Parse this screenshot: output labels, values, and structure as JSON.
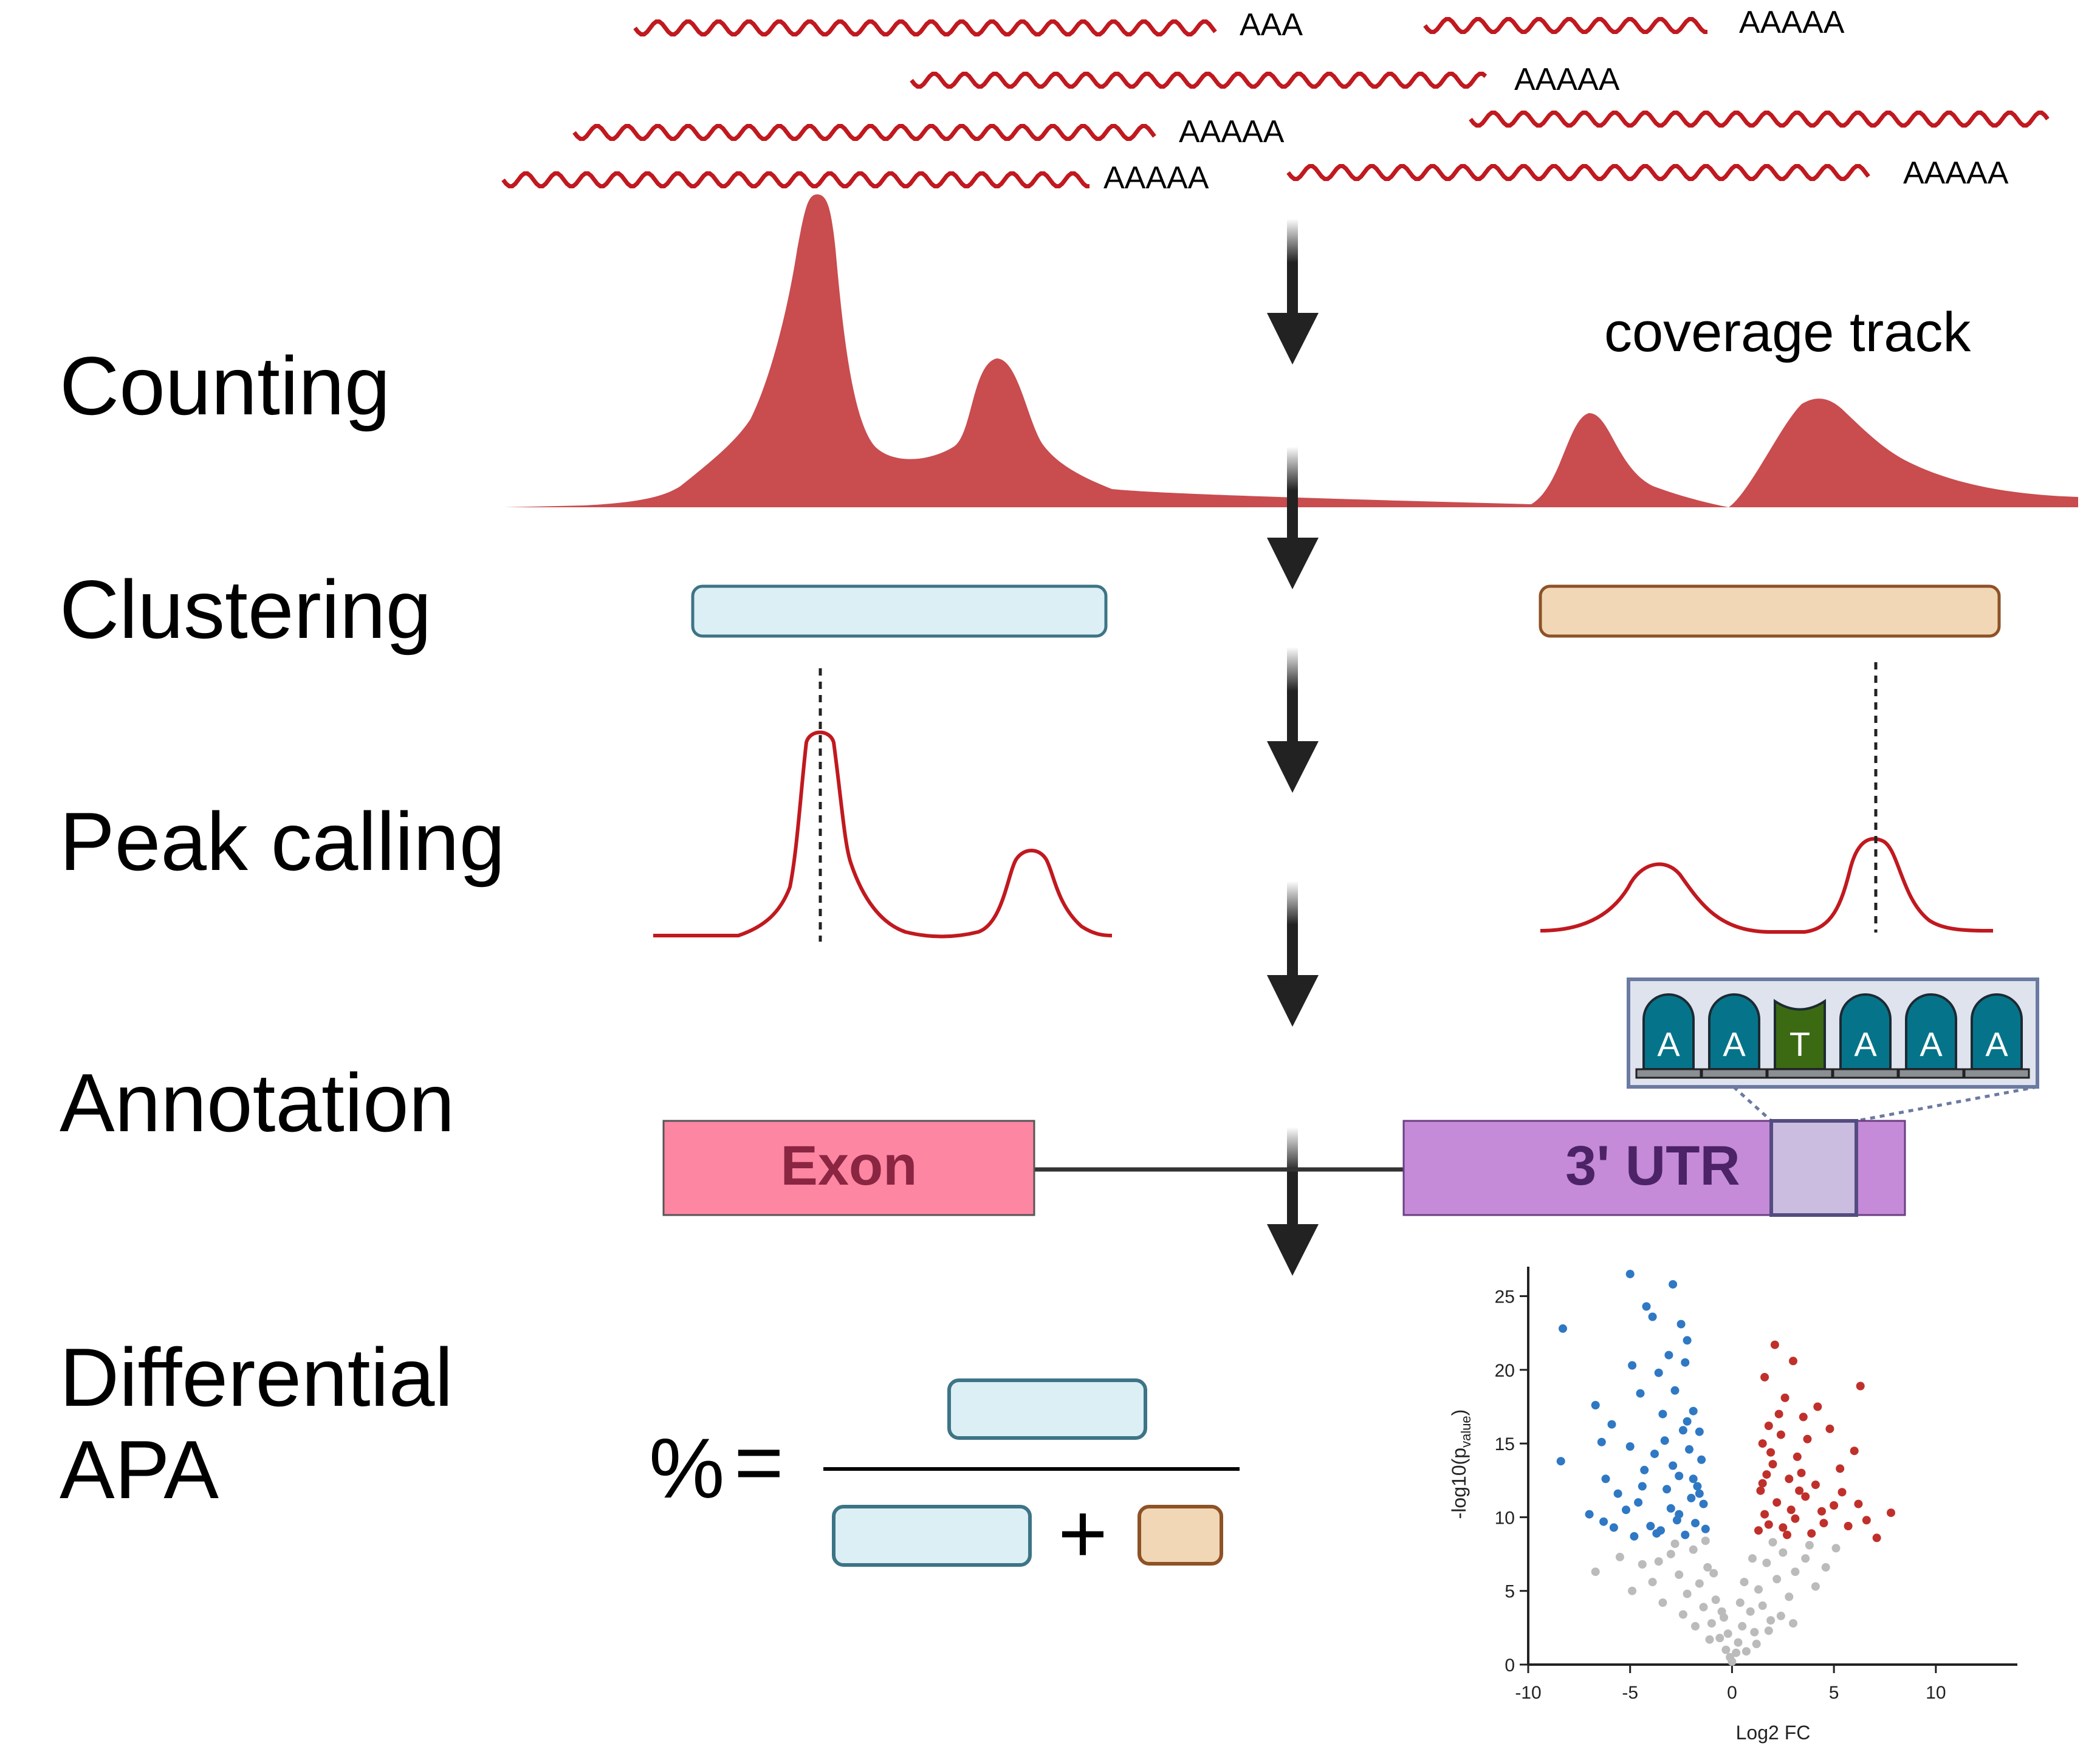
{
  "steps": {
    "counting": "Counting",
    "clustering": "Clustering",
    "peak_calling": "Peak calling",
    "annotation": "Annotation",
    "differential_line1": "Differential",
    "differential_line2": "APA"
  },
  "reads": {
    "tails": [
      "AAA",
      "AAAAA",
      "AAAAA",
      "AAAAA",
      "AAAAA",
      "AAAAA"
    ]
  },
  "coverage_label": "coverage track",
  "annotation": {
    "exon_label": "Exon",
    "utr_label": "3' UTR",
    "pas_letters": [
      "A",
      "A",
      "T",
      "A",
      "A",
      "A"
    ]
  },
  "formula": {
    "percent_sign": "%",
    "equals": "=",
    "plus": "+"
  },
  "colors": {
    "read": "#c0191f",
    "coverage": "#c94c4f",
    "cluster_proximal": "#dbeff5",
    "cluster_proximal_border": "#3d7486",
    "cluster_distal": "#f1d7b5",
    "cluster_distal_border": "#8d5226",
    "exon": "#fd86a3",
    "exon_text": "#8a2542",
    "utr": "#c58bd8",
    "utr_text": "#4b2366",
    "pas_box": "#cbbddf",
    "base_A": "#05748a",
    "base_T": "#3c6a13",
    "volcano_down": "#2f78c4",
    "volcano_up": "#c0302b",
    "volcano_ns": "#bbbbbb"
  },
  "chart_data": {
    "type": "scatter",
    "title": "",
    "xlabel": "Log2 FC",
    "ylabel": "-log10(p",
    "ylabel_subscript": "value",
    "ylabel_close": ")",
    "xlim": [
      -10,
      14
    ],
    "ylim": [
      0,
      27
    ],
    "xticks": [
      "-10",
      "-5",
      "0",
      "5",
      "10"
    ],
    "yticks": [
      "0",
      "5",
      "10",
      "15",
      "20",
      "25"
    ],
    "series": [
      {
        "color": "#2f78c4",
        "points": [
          [
            -5.0,
            26.5
          ],
          [
            -2.9,
            25.8
          ],
          [
            -4.2,
            24.3
          ],
          [
            -8.3,
            22.8
          ],
          [
            -2.5,
            23.1
          ],
          [
            -3.9,
            23.6
          ],
          [
            -2.2,
            22.0
          ],
          [
            -4.9,
            20.3
          ],
          [
            -3.1,
            21.0
          ],
          [
            -2.3,
            20.5
          ],
          [
            -3.6,
            19.8
          ],
          [
            -6.7,
            17.6
          ],
          [
            -4.5,
            18.4
          ],
          [
            -2.8,
            18.6
          ],
          [
            -1.9,
            17.2
          ],
          [
            -3.4,
            17.0
          ],
          [
            -5.9,
            16.3
          ],
          [
            -2.4,
            15.9
          ],
          [
            -1.6,
            15.8
          ],
          [
            -8.4,
            13.8
          ],
          [
            -6.4,
            15.1
          ],
          [
            -5.0,
            14.8
          ],
          [
            -3.8,
            14.3
          ],
          [
            -2.1,
            14.6
          ],
          [
            -1.5,
            13.9
          ],
          [
            -4.3,
            13.2
          ],
          [
            -6.2,
            12.6
          ],
          [
            -2.6,
            12.8
          ],
          [
            -1.7,
            12.1
          ],
          [
            -3.2,
            11.9
          ],
          [
            -5.6,
            11.6
          ],
          [
            -4.6,
            11.0
          ],
          [
            -2.0,
            11.3
          ],
          [
            -7.0,
            10.2
          ],
          [
            -1.4,
            10.9
          ],
          [
            -3.0,
            10.6
          ],
          [
            -5.2,
            10.5
          ],
          [
            -2.7,
            9.8
          ],
          [
            -1.8,
            9.6
          ],
          [
            -6.3,
            9.7
          ],
          [
            -4.0,
            9.4
          ],
          [
            -3.5,
            9.1
          ],
          [
            -1.3,
            9.2
          ],
          [
            -2.3,
            8.8
          ],
          [
            -4.8,
            8.7
          ],
          [
            -5.8,
            9.3
          ],
          [
            -2.9,
            13.5
          ],
          [
            -1.9,
            12.6
          ],
          [
            -2.2,
            16.5
          ],
          [
            -3.3,
            15.2
          ],
          [
            -2.6,
            10.2
          ],
          [
            -1.6,
            11.6
          ],
          [
            -4.4,
            12.1
          ],
          [
            -3.7,
            8.9
          ]
        ]
      },
      {
        "color": "#c0302b",
        "points": [
          [
            2.1,
            21.7
          ],
          [
            3.0,
            20.6
          ],
          [
            1.6,
            19.5
          ],
          [
            6.3,
            18.9
          ],
          [
            2.6,
            18.1
          ],
          [
            4.2,
            17.5
          ],
          [
            3.5,
            16.8
          ],
          [
            1.8,
            16.2
          ],
          [
            2.4,
            15.6
          ],
          [
            4.8,
            16.0
          ],
          [
            1.5,
            15.0
          ],
          [
            6.0,
            14.5
          ],
          [
            3.2,
            14.1
          ],
          [
            2.0,
            13.6
          ],
          [
            5.3,
            13.3
          ],
          [
            1.7,
            12.9
          ],
          [
            2.8,
            12.6
          ],
          [
            4.1,
            12.2
          ],
          [
            1.4,
            11.8
          ],
          [
            3.6,
            11.4
          ],
          [
            2.2,
            11.0
          ],
          [
            5.0,
            10.8
          ],
          [
            6.6,
            9.8
          ],
          [
            7.8,
            10.3
          ],
          [
            1.6,
            10.2
          ],
          [
            3.1,
            9.9
          ],
          [
            4.5,
            9.6
          ],
          [
            2.5,
            9.3
          ],
          [
            1.3,
            9.1
          ],
          [
            5.7,
            9.4
          ],
          [
            3.9,
            8.9
          ],
          [
            2.7,
            8.8
          ],
          [
            1.9,
            14.4
          ],
          [
            3.4,
            13.0
          ],
          [
            2.3,
            17.0
          ],
          [
            4.4,
            10.4
          ],
          [
            1.5,
            12.3
          ],
          [
            3.7,
            15.3
          ],
          [
            2.9,
            10.5
          ],
          [
            5.4,
            11.7
          ],
          [
            7.1,
            8.6
          ],
          [
            6.2,
            10.9
          ],
          [
            1.8,
            9.5
          ],
          [
            3.3,
            11.8
          ]
        ]
      },
      {
        "color": "#bbbbbb",
        "points": [
          [
            -6.7,
            6.3
          ],
          [
            -5.5,
            7.3
          ],
          [
            -4.4,
            6.8
          ],
          [
            -3.9,
            5.6
          ],
          [
            -3.0,
            7.5
          ],
          [
            -2.6,
            6.1
          ],
          [
            -2.2,
            4.8
          ],
          [
            -1.9,
            7.8
          ],
          [
            -1.6,
            5.5
          ],
          [
            -1.4,
            3.9
          ],
          [
            -1.2,
            6.6
          ],
          [
            -1.0,
            2.8
          ],
          [
            -0.8,
            4.4
          ],
          [
            -0.6,
            1.8
          ],
          [
            -0.4,
            3.2
          ],
          [
            -0.3,
            1.0
          ],
          [
            -0.1,
            0.5
          ],
          [
            0.0,
            0.2
          ],
          [
            0.2,
            0.8
          ],
          [
            0.3,
            1.5
          ],
          [
            0.5,
            2.6
          ],
          [
            0.7,
            0.9
          ],
          [
            0.9,
            3.6
          ],
          [
            1.1,
            2.2
          ],
          [
            1.3,
            5.1
          ],
          [
            1.5,
            4.0
          ],
          [
            1.7,
            6.9
          ],
          [
            1.9,
            3.0
          ],
          [
            2.2,
            5.8
          ],
          [
            2.5,
            7.6
          ],
          [
            2.8,
            4.6
          ],
          [
            3.1,
            6.3
          ],
          [
            3.6,
            7.2
          ],
          [
            4.1,
            5.3
          ],
          [
            4.6,
            6.6
          ],
          [
            5.1,
            7.9
          ],
          [
            -3.4,
            4.2
          ],
          [
            -2.4,
            3.4
          ],
          [
            -1.8,
            2.6
          ],
          [
            -1.1,
            1.7
          ],
          [
            1.2,
            1.4
          ],
          [
            1.8,
            2.3
          ],
          [
            2.4,
            3.3
          ],
          [
            3.0,
            2.8
          ],
          [
            -4.9,
            5.0
          ],
          [
            -0.2,
            2.1
          ],
          [
            0.4,
            4.2
          ],
          [
            -0.9,
            6.2
          ],
          [
            1.0,
            7.2
          ],
          [
            -2.8,
            8.2
          ],
          [
            2.0,
            8.3
          ],
          [
            -3.6,
            7.0
          ],
          [
            3.8,
            8.1
          ],
          [
            -1.3,
            8.4
          ],
          [
            0.6,
            5.6
          ],
          [
            -0.5,
            3.6
          ]
        ]
      }
    ]
  }
}
